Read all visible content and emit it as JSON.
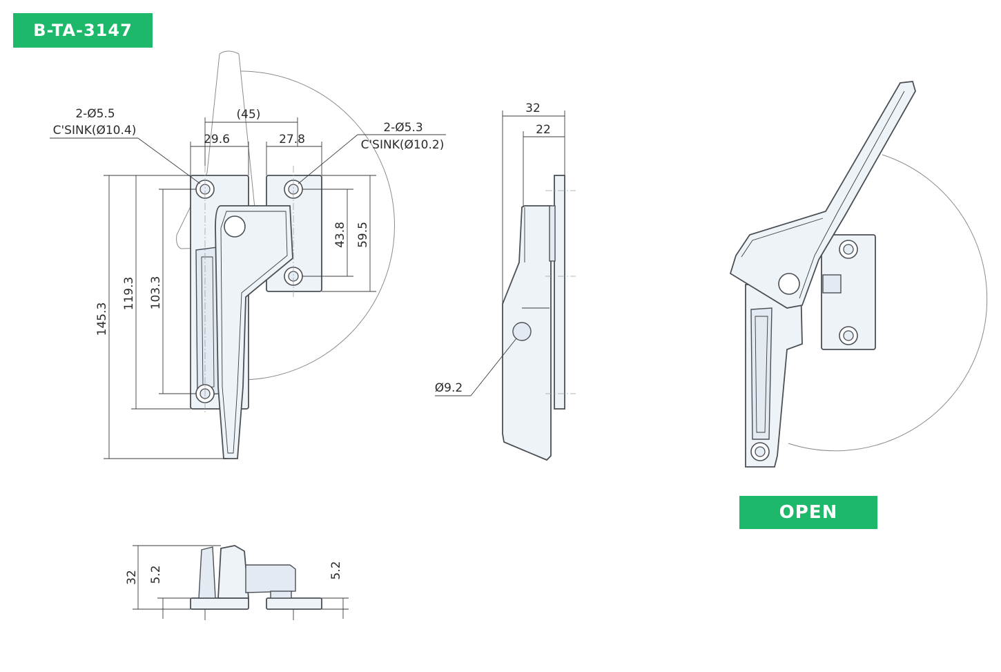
{
  "model_code": "B-TA-3147",
  "open_label": "OPEN",
  "front_view": {
    "hole_left_qty_dia": "2-Ø5.5",
    "hole_left_csink": "C'SINK(Ø10.4)",
    "hole_right_qty_dia": "2-Ø5.3",
    "hole_right_csink": "C'SINK(Ø10.2)",
    "dim_45": "(45)",
    "dim_29_6": "29.6",
    "dim_27_8": "27.8",
    "dim_145_3": "145.3",
    "dim_119_3": "119.3",
    "dim_103_3": "103.3",
    "dim_43_8": "43.8",
    "dim_59_5": "59.5"
  },
  "side_view": {
    "dim_32": "32",
    "dim_22": "22",
    "dim_dia_9_2": "Ø9.2"
  },
  "bottom_view": {
    "dim_32": "32",
    "dim_5_2_left": "5.2",
    "dim_5_2_right": "5.2"
  },
  "colors": {
    "badge_green": "#1db86a",
    "line": "#4a4f55",
    "part_fill": "#eef3f8"
  }
}
